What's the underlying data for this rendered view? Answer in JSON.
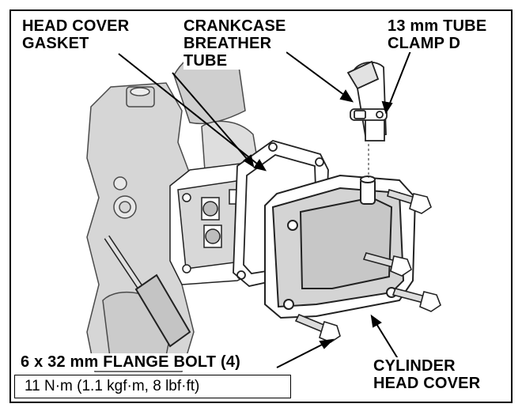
{
  "labels": {
    "head_cover_gasket": [
      "HEAD COVER",
      "GASKET"
    ],
    "crankcase_breather_tube": [
      "CRANKCASE",
      "BREATHER",
      "TUBE"
    ],
    "tube_clamp": [
      "13 mm TUBE",
      "CLAMP D"
    ],
    "flange_bolt": "6 x 32 mm FLANGE BOLT (4)",
    "cylinder_head_cover": [
      "CYLINDER",
      "HEAD COVER"
    ]
  },
  "torque_spec": "11 N·m (1.1 kgf·m, 8 lbf·ft)"
}
